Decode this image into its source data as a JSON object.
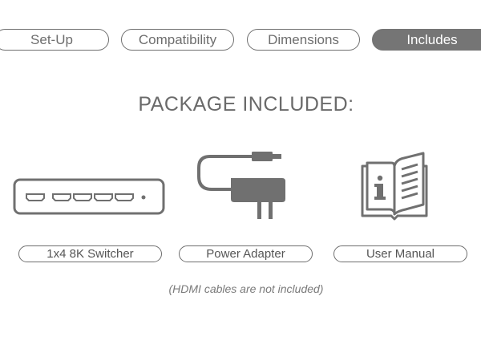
{
  "tabs": [
    {
      "label": "Set-Up",
      "active": false
    },
    {
      "label": "Compatibility",
      "active": false
    },
    {
      "label": "Dimensions",
      "active": false
    },
    {
      "label": "Includes",
      "active": true
    }
  ],
  "heading": "PACKAGE INCLUDED:",
  "items": [
    {
      "label": "1x4 8K Switcher",
      "icon": "hdmi-switcher-icon"
    },
    {
      "label": "Power Adapter",
      "icon": "power-adapter-icon"
    },
    {
      "label": "User Manual",
      "icon": "user-manual-icon"
    }
  ],
  "note": "(HDMI cables are not included)",
  "colors": {
    "icon_gray": "#707070",
    "active_tab_bg": "#757575",
    "text_gray": "#6e6e6e"
  }
}
